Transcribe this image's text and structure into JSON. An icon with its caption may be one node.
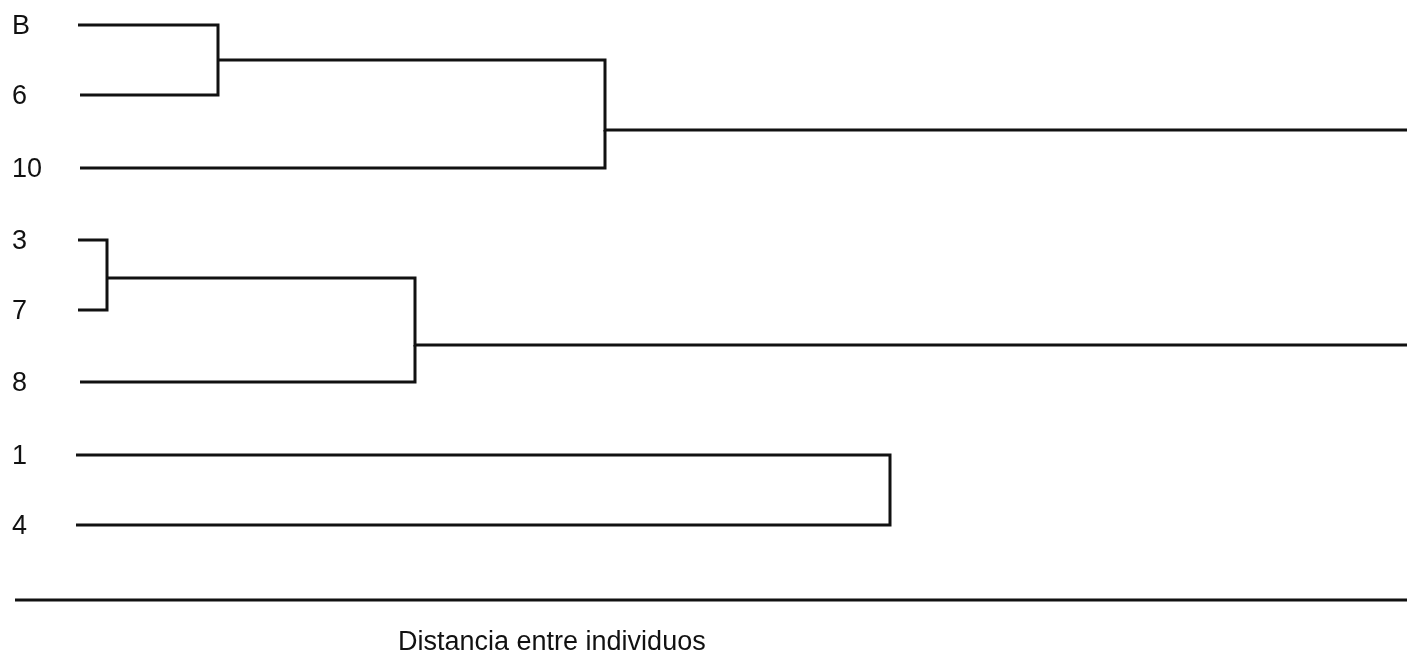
{
  "diagram": {
    "labels": [
      "B",
      "6",
      "10",
      "3",
      "7",
      "8",
      "1",
      "4",
      "Distancia entre individuos"
    ]
  }
}
